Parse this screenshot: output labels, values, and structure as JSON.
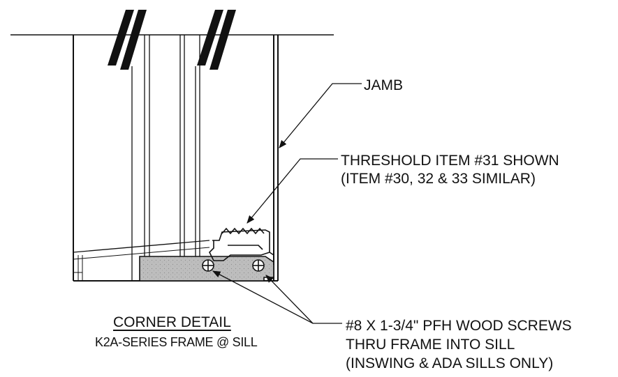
{
  "labels": {
    "jamb": "JAMB",
    "threshold_line1": "THRESHOLD ITEM #31 SHOWN",
    "threshold_line2": "(ITEM #30, 32 & 33 SIMILAR)",
    "screws_line1": "#8 X 1-3/4\" PFH WOOD SCREWS",
    "screws_line2": "THRU FRAME INTO SILL",
    "screws_line3": "(INSWING & ADA SILLS ONLY)"
  },
  "title": {
    "main": "CORNER DETAIL",
    "sub": "K2A-SERIES FRAME @ SILL"
  },
  "colors": {
    "line": "#111111",
    "wood_fill": "#bdbdbd",
    "background": "#ffffff"
  }
}
